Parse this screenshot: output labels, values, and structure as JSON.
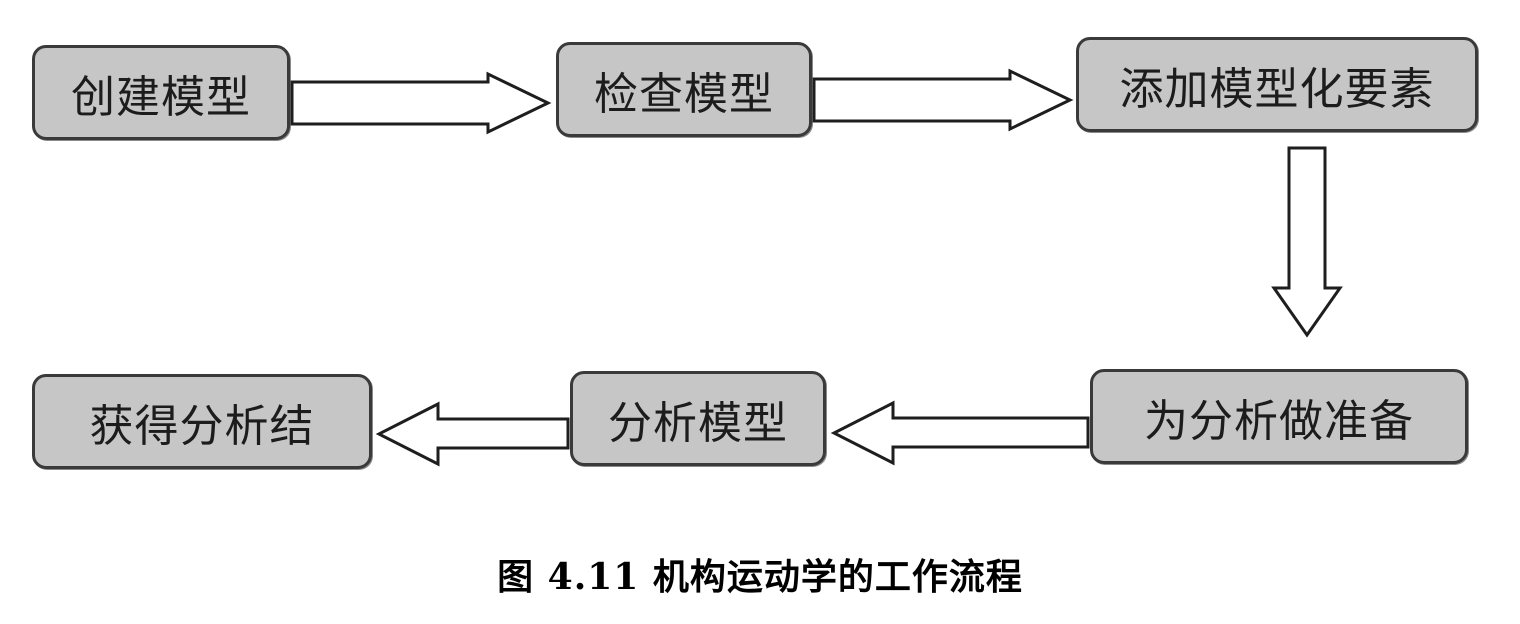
{
  "diagram": {
    "steps": [
      "创建模型",
      "检查模型",
      "添加模型化要素",
      "为分析做准备",
      "分析模型",
      "获得分析结"
    ]
  },
  "figure": {
    "caption": "图 4.11  机构运动学的工作流程"
  }
}
